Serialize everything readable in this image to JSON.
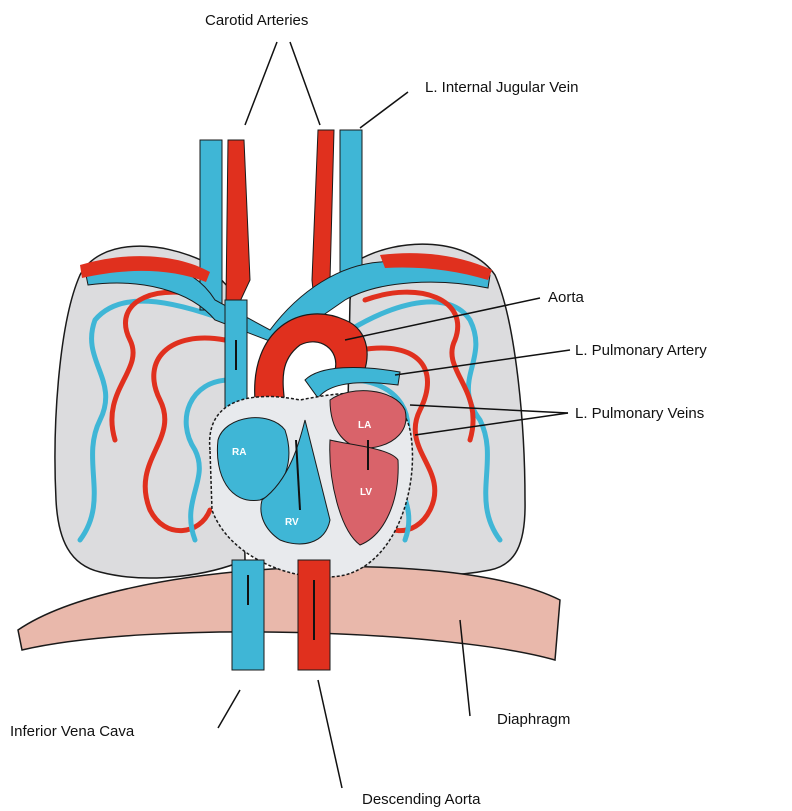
{
  "labels": {
    "carotid": "Carotid Arteries",
    "jugular": "L. Internal Jugular Vein",
    "aorta": "Aorta",
    "pulm_artery": "L. Pulmonary Artery",
    "pulm_veins": "L. Pulmonary Veins",
    "ivc": "Inferior Vena Cava",
    "diaphragm": "Diaphragm",
    "desc_aorta": "Descending Aorta"
  },
  "chambers": {
    "ra": "RA",
    "rv": "RV",
    "la": "LA",
    "lv": "LV"
  },
  "colors": {
    "vein": "#3fb6d6",
    "artery": "#e0301e",
    "lung": "#dcdcde",
    "diaphragm": "#e9b8ab",
    "left_heart": "#d9636a",
    "outline": "#1a1a1a"
  }
}
